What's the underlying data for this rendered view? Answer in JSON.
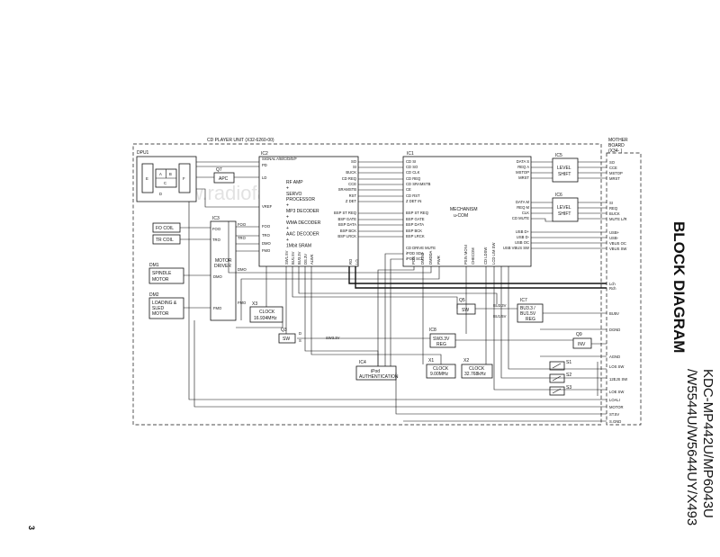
{
  "page": {
    "section_title": "BLOCK DIAGRAM",
    "model_line1": "KDC-MP442U/MP6043U",
    "model_line2": "/W5544U/W5644UY/X493",
    "page_number": "3",
    "watermark": "www.radiofans.cn"
  },
  "frames": {
    "cd_player_unit": "CD PLAYER UNIT (X32-6260-00)",
    "mother_board_1": "MOTHER",
    "mother_board_2": "BOARD",
    "mother_board_3": "(X34-  )"
  },
  "dpu": {
    "label": "DPU1",
    "e": "E",
    "f": "F",
    "a": "A",
    "b": "B",
    "c": "C",
    "d": "D"
  },
  "q7": {
    "ref": "Q7",
    "name": "APC"
  },
  "ic2": {
    "ref": "IC2",
    "title_lines": [
      "RF AMP",
      "+",
      "SERVO",
      "PROCESSOR",
      "+",
      "MP3 DECODER",
      "+",
      "WMA DECODER",
      "+",
      "AAC DECODER",
      "+",
      "1Mbit SRAM"
    ],
    "left_pins": [
      "SIGNAL A/B/C/D/E/F",
      "PD",
      "LD",
      "VREF",
      "FOO",
      "TRO",
      "DMO",
      "FMO"
    ],
    "right_pins": [
      "SO",
      "SI",
      "BUCK",
      "CD REQ",
      "CCE",
      "SRAMSTB",
      "RST",
      "Z DET",
      "BSP ST REQ",
      "BSP GATE",
      "BSP DATA",
      "BSP BCK",
      "BSP LRCK"
    ],
    "bottom_pins": [
      "SW1.5V",
      "BU1.5V",
      "BU3.3V",
      "DS.3V",
      "ALWK",
      "RO",
      "LO"
    ]
  },
  "ic1": {
    "ref": "IC1",
    "title_lines": [
      "MECHANISM",
      "u-COM"
    ],
    "left_pins": [
      "CD SI",
      "CD SO",
      "CD CLK",
      "CD REQ",
      "CD SRAMSTB",
      "CE",
      "CD RST",
      "Z DET IN",
      "BSP ST REQ",
      "BSP GATE",
      "BSP DATA",
      "BSP BCK",
      "BSP LRCK",
      "CD DRIVE MUTE",
      "iPOD SDA",
      "iPOD SCL"
    ],
    "right_pins": [
      "DATA S",
      "REQ A",
      "MSTOP",
      "MRST",
      "DATA M",
      "REQ M",
      "CLK",
      "CD MUTE",
      "USB D+",
      "USB D-",
      "USB OC",
      "USB VBUS SW"
    ],
    "bottom_pins": [
      "PON",
      "DMSW",
      "DMDDA",
      "PWR",
      "PSIN MONI",
      "CHECOM",
      "CD LDSW",
      "LCD LIM SW"
    ]
  },
  "ic5": {
    "ref": "IC5",
    "name_lines": [
      "LEVEL",
      "SHIFT"
    ]
  },
  "ic6": {
    "ref": "IC6",
    "name_lines": [
      "LEVEL",
      "SHIFT"
    ]
  },
  "ic3": {
    "ref": "IC3",
    "name_lines": [
      "MOTOR",
      "DRIVER"
    ],
    "pins": [
      "FOO",
      "TRO",
      "FOO",
      "TRO",
      "DMO",
      "FMO",
      "DMO",
      "FMO"
    ]
  },
  "coils": {
    "fo": "FO COIL",
    "tr": "TR COIL"
  },
  "dm1": {
    "ref": "DM1",
    "name_lines": [
      "SPINDLE",
      "MOTOR"
    ]
  },
  "dm2": {
    "ref": "DM2",
    "name_lines": [
      "LOADING &",
      "SLED",
      "MOTOR"
    ]
  },
  "x3": {
    "ref": "X3",
    "name_lines": [
      "CLOCK",
      "16.934MHz"
    ]
  },
  "q3": {
    "ref": "Q3",
    "name": "SW",
    "net": "SW3.3V",
    "pins": [
      "D",
      "S"
    ]
  },
  "q5": {
    "ref": "Q5",
    "name": "SW"
  },
  "ic7": {
    "ref": "IC7",
    "name_lines": [
      "BU3.3 /",
      "BU1.5V",
      "REG"
    ],
    "nets": [
      "BU3.3V",
      "BU1.5V"
    ]
  },
  "ic8": {
    "ref": "IC8",
    "name_lines": [
      "SW3.3V",
      "REG"
    ]
  },
  "q9": {
    "ref": "Q9",
    "name": "INV"
  },
  "ic4": {
    "ref": "IC4",
    "name_lines": [
      "iPod",
      "AUTHENTICATION"
    ]
  },
  "x1": {
    "ref": "X1",
    "name_lines": [
      "CLOCK",
      "9.00MHz"
    ]
  },
  "x2": {
    "ref": "X2",
    "name_lines": [
      "CLOCK",
      "32.768kHz"
    ]
  },
  "switches": [
    {
      "ref": "S1",
      "net": "LOS SW"
    },
    {
      "ref": "S2",
      "net": "12EJS SW"
    },
    {
      "ref": "S3",
      "net": "LOE SW"
    }
  ],
  "mother_connector": {
    "group1": [
      "SO",
      "CCE",
      "MSTOP",
      "MRST"
    ],
    "group2": [
      "SI",
      "REQ",
      "BUCK",
      "MUTE L/R"
    ],
    "group3": [
      "USB+",
      "USB-",
      "VBUS OC",
      "VBUS SW"
    ],
    "audio": [
      "Lch",
      "Rch"
    ],
    "power": [
      "BU5V",
      "DGND",
      "AGND"
    ],
    "bottom": [
      "LOALI",
      "MOTOR",
      "ST.5V",
      "S.GND"
    ]
  }
}
